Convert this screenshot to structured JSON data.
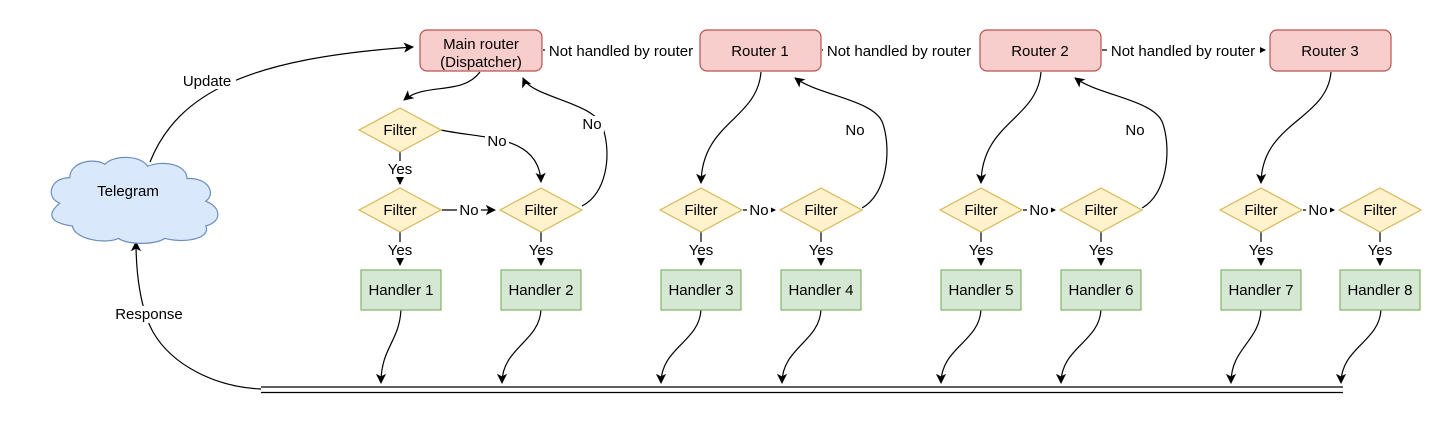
{
  "labels": {
    "telegram": "Telegram",
    "update": "Update",
    "response": "Response",
    "main_router_line1": "Main router",
    "main_router_line2": "(Dispatcher)",
    "not_handled": "Not handled by router",
    "filter": "Filter",
    "yes": "Yes",
    "no": "No"
  },
  "routers": [
    "Router 1",
    "Router 2",
    "Router 3"
  ],
  "handlers": [
    "Handler 1",
    "Handler 2",
    "Handler 3",
    "Handler 4",
    "Handler 5",
    "Handler 6",
    "Handler 7",
    "Handler 8"
  ],
  "colors": {
    "telegram": {
      "fill": "#dae8fc",
      "stroke": "#6c8ebf"
    },
    "router": {
      "fill": "#f8cecc",
      "stroke": "#b85450"
    },
    "filter": {
      "fill": "#fff2cc",
      "stroke": "#d6b656"
    },
    "handler": {
      "fill": "#d5e8d4",
      "stroke": "#82b366"
    },
    "edge": "#000000"
  }
}
